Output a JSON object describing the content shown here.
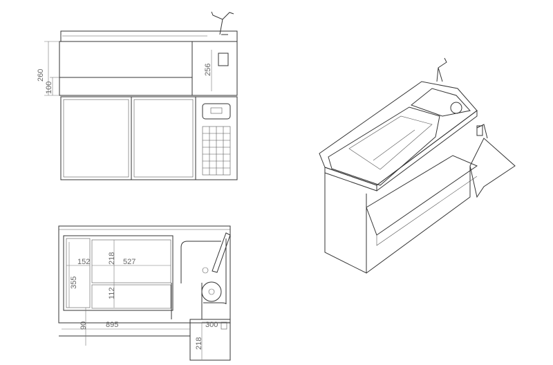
{
  "front_view": {
    "dim_total_height": "260",
    "dim_lower_height": "100",
    "dim_cabinet_height": "256"
  },
  "plan_view": {
    "dim_left_width": "152",
    "dim_depth": "355",
    "dim_upper_depth": "218",
    "dim_main_width": "527",
    "dim_lower_depth": "112",
    "dim_offset": "90",
    "dim_total_width": "895",
    "dim_ext_width": "300",
    "dim_ext_depth": "218"
  }
}
